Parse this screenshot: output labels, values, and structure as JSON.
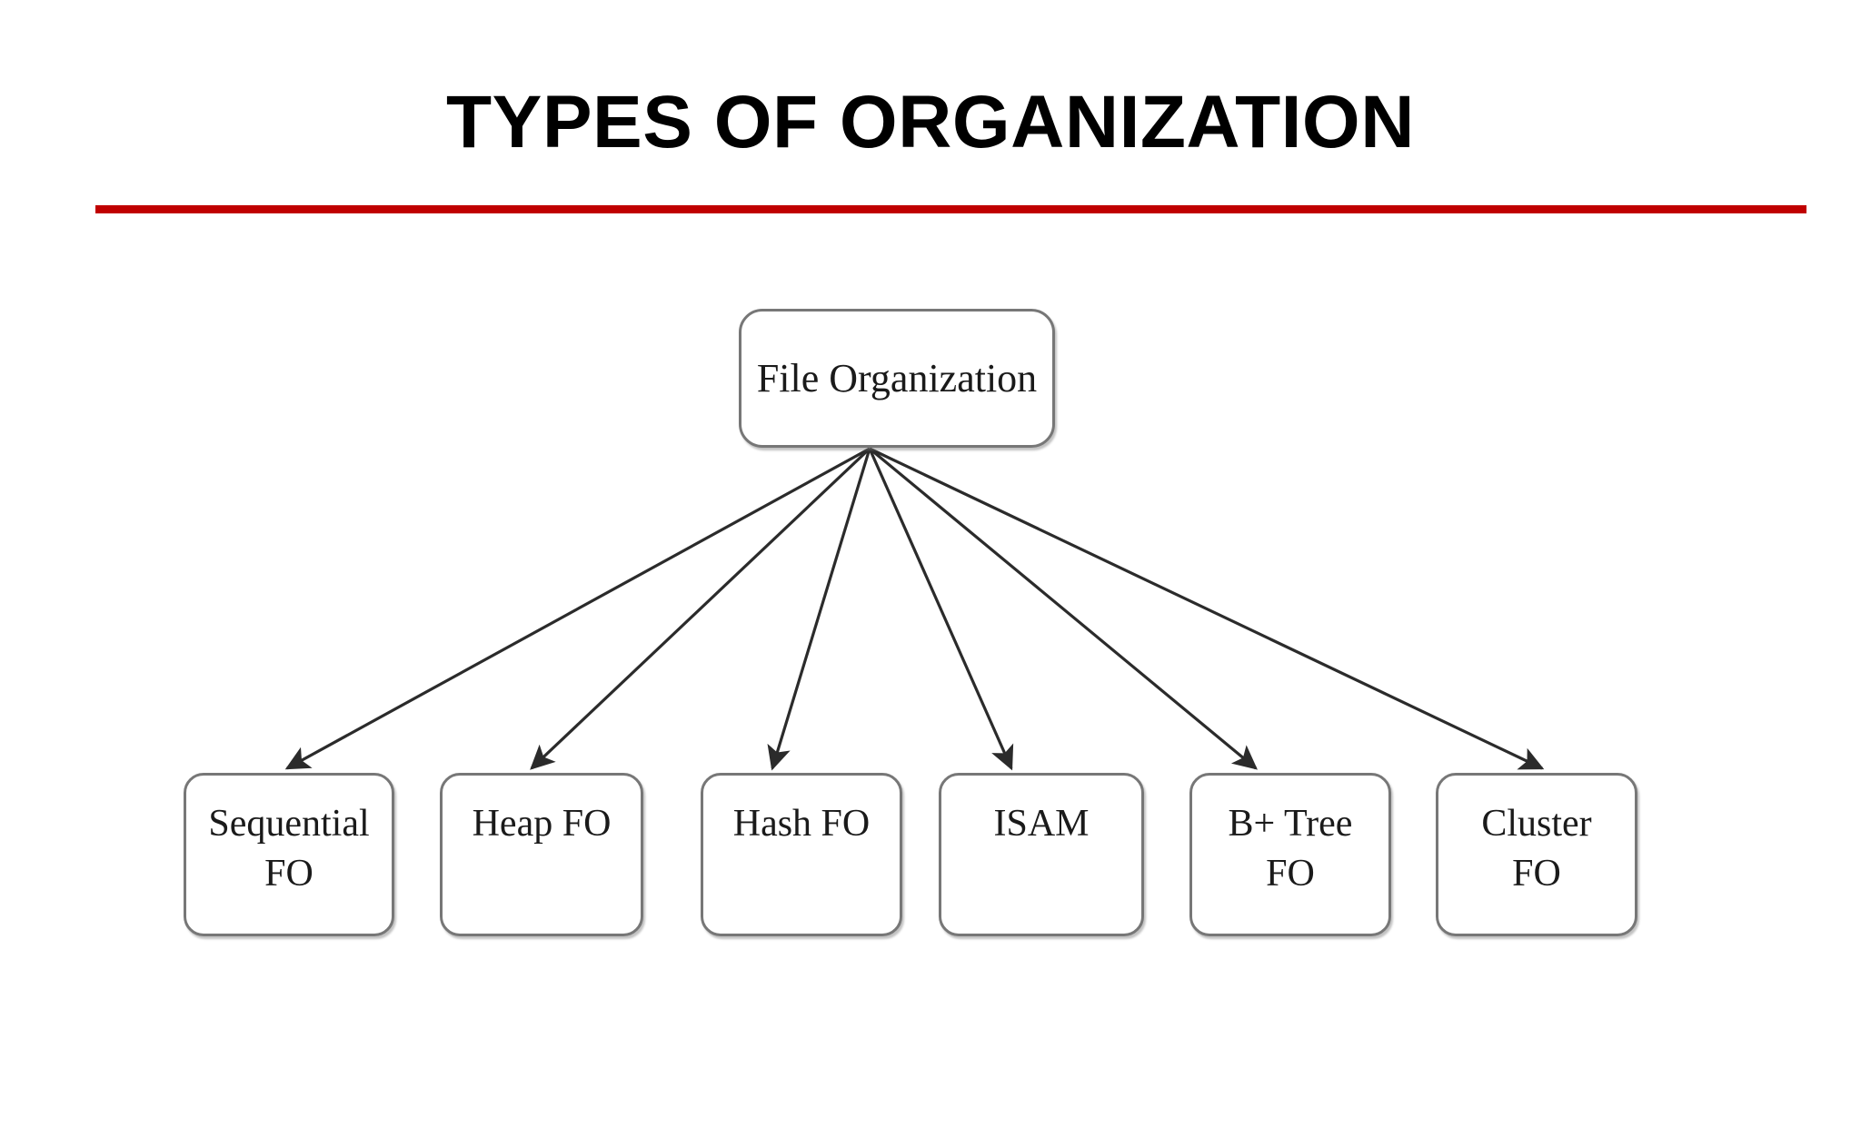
{
  "slide": {
    "title": "TYPES OF ORGANIZATION",
    "accent_color": "#c00000",
    "background_color": "#ffffff",
    "text_color": "#000000"
  },
  "diagram": {
    "type": "tree",
    "node_border_color": "#777777",
    "node_fill_color": "#ffffff",
    "edge_color": "#333333",
    "root": {
      "id": "file-organization",
      "label": "File Organization"
    },
    "children": [
      {
        "id": "sequential-fo",
        "label": "Sequential\nFO"
      },
      {
        "id": "heap-fo",
        "label": "Heap FO"
      },
      {
        "id": "hash-fo",
        "label": "Hash FO"
      },
      {
        "id": "isam",
        "label": "ISAM"
      },
      {
        "id": "btree-fo",
        "label": "B+ Tree\nFO"
      },
      {
        "id": "cluster-fo",
        "label": "Cluster\nFO"
      }
    ]
  }
}
